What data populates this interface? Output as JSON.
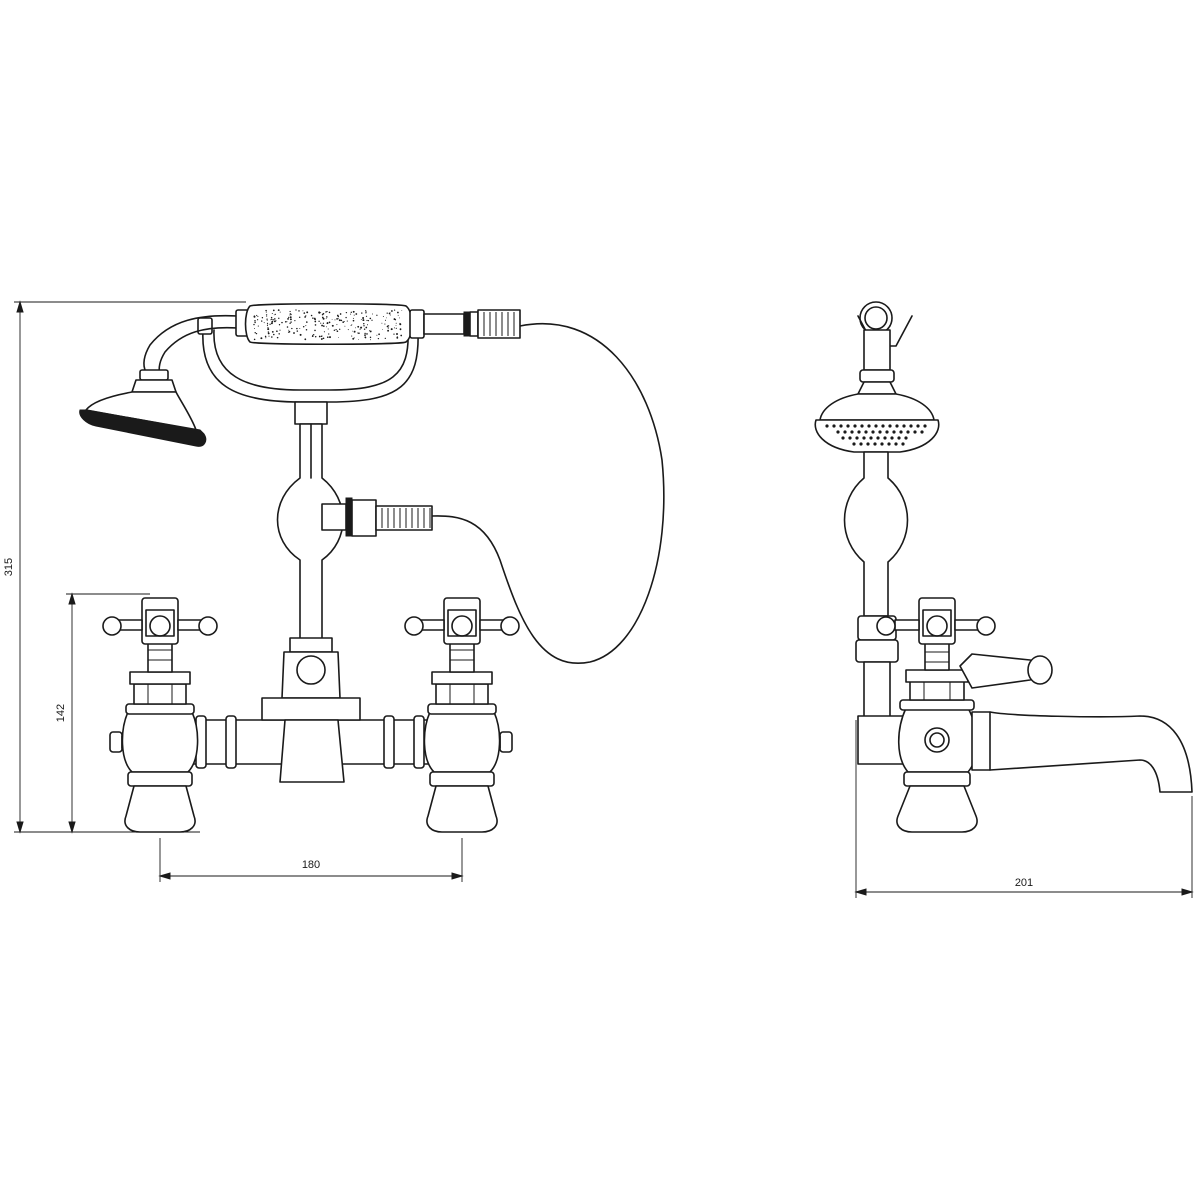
{
  "dimensions": {
    "overall_height": "315",
    "handle_height": "142",
    "tap_centres": "180",
    "side_depth": "201"
  },
  "colors": {
    "line": "#1a1a1a",
    "background": "#ffffff"
  }
}
